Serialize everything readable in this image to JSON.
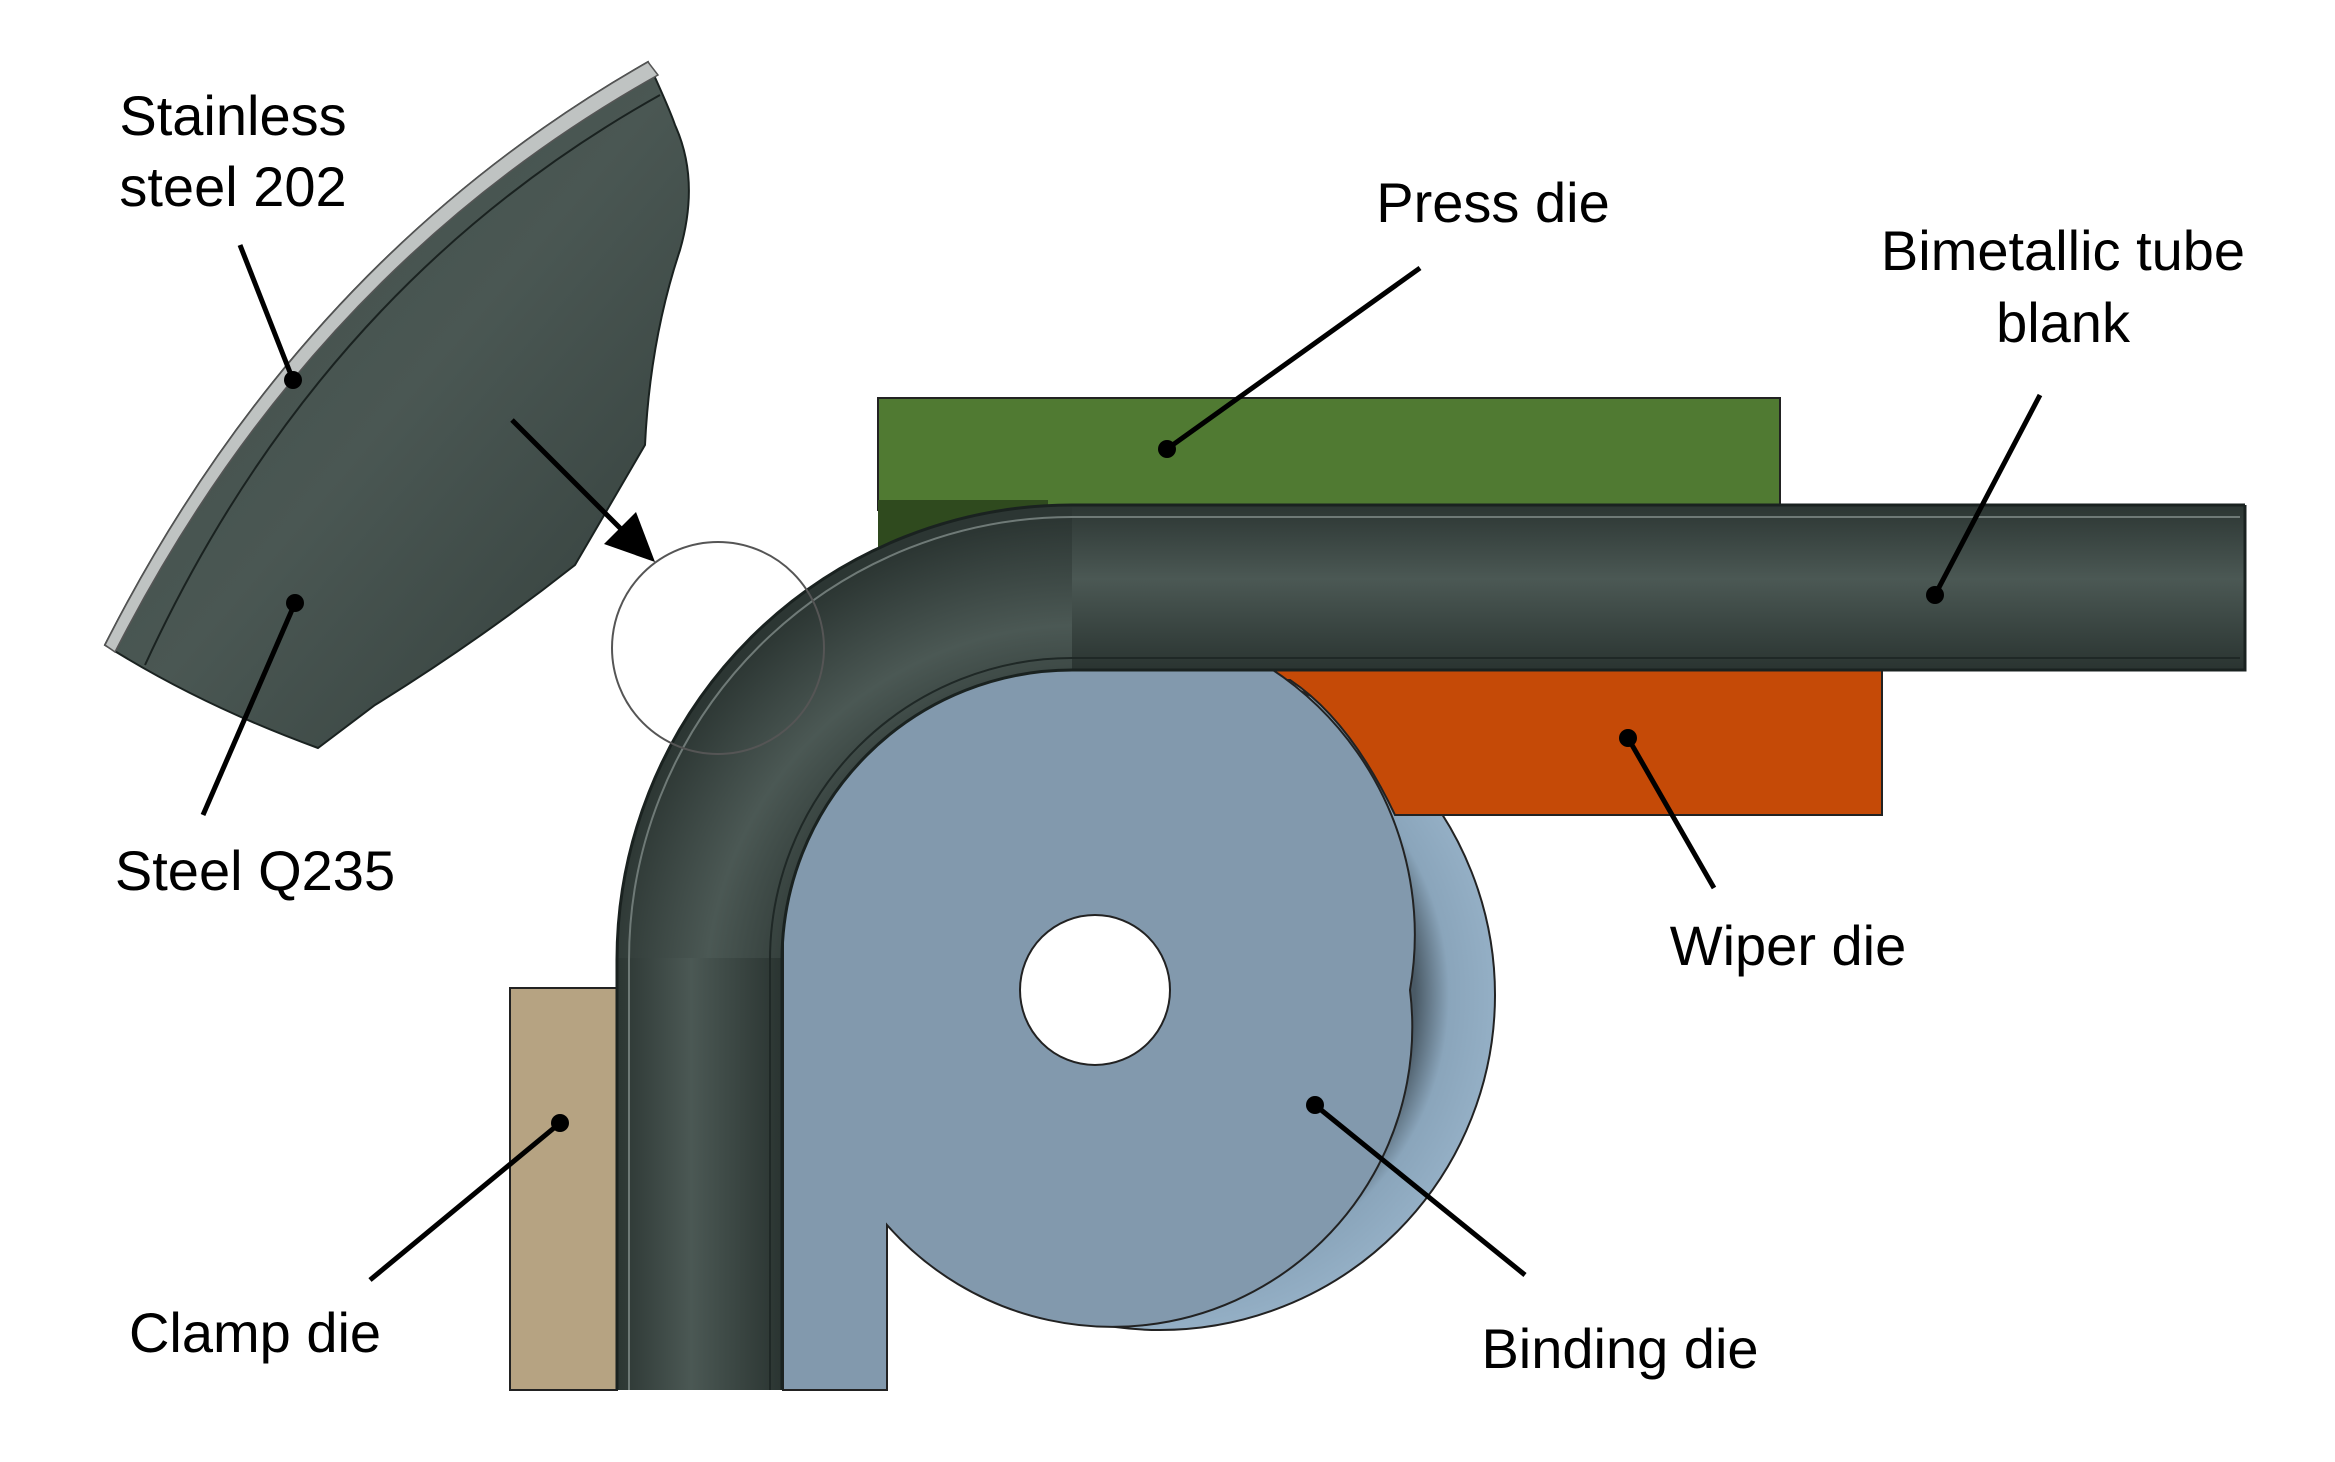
{
  "labels": {
    "stainless_line1": "Stainless",
    "stainless_line2": "steel 202",
    "steel_q235": "Steel Q235",
    "press_die": "Press die",
    "tube_line1": "Bimetallic tube",
    "tube_line2": "blank",
    "wiper_die": "Wiper die",
    "clamp_die": "Clamp die",
    "binding_die": "Binding die"
  },
  "colors": {
    "press_die": "#507a32",
    "wiper_die": "#c54a07",
    "clamp_die": "#b6a382",
    "binding_die": "#8299ad",
    "binding_die_back": "#92aec4",
    "tube": "#37433f",
    "tube_highlight": "#4d5a56",
    "stainless_layer": "#bfc3c2"
  }
}
